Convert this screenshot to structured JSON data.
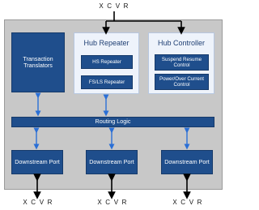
{
  "top_label": "X C V R",
  "transaction_translators": "Transaction Translators",
  "hub_repeater": {
    "title": "Hub Repeater",
    "hs": "HS Repeater",
    "fsls": "FS/LS Repeater"
  },
  "hub_controller": {
    "title": "Hub Controller",
    "suspend": "Suspend Resume Control",
    "power": "Power/Over Current Control"
  },
  "routing_logic": "Routing Logic",
  "downstream_ports": [
    {
      "label": "Downstream Port",
      "xcvr": "X C V R"
    },
    {
      "label": "Downstream Port",
      "xcvr": "X C V R"
    },
    {
      "label": "Downstream Port",
      "xcvr": "X C V R"
    }
  ],
  "colors": {
    "block": "#1f4e8c",
    "panel": "#eef3fb",
    "outer": "#c8c8c8",
    "connector": "#2a6fd6"
  }
}
